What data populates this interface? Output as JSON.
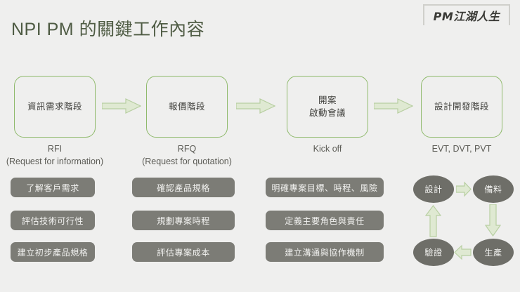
{
  "header": {
    "title": "NPI PM 的關鍵工作內容",
    "brand": "PM江湖人生"
  },
  "colors": {
    "background": "#efefee",
    "title": "#4e5b43",
    "stage_border": "#8fba6c",
    "arrow_fill": "#dfe9d2",
    "arrow_stroke": "#b8cfa2",
    "pill_fill": "#7c7c76",
    "pill_text": "#f2f2f0",
    "node_fill": "#6e6e68",
    "caption_text": "#5b5b55"
  },
  "flow": {
    "stages": [
      {
        "id": "stage-rfi",
        "label": "資訊需求階段",
        "caption_line1": "RFI",
        "caption_line2": "(Request for information)"
      },
      {
        "id": "stage-rfq",
        "label": "報價階段",
        "caption_line1": "RFQ",
        "caption_line2": "(Request for quotation)"
      },
      {
        "id": "stage-kickoff",
        "label_line1": "開案",
        "label_line2": "啟動會議",
        "caption_line1": "Kick off",
        "caption_line2": ""
      },
      {
        "id": "stage-design",
        "label": "設計開發階段",
        "caption_line1": "EVT, DVT, PVT",
        "caption_line2": ""
      }
    ],
    "arrows": [
      {
        "name": "arrow-rfi-to-rfq",
        "icon": "arrow-right-icon"
      },
      {
        "name": "arrow-rfq-to-kickoff",
        "icon": "arrow-right-icon"
      },
      {
        "name": "arrow-kickoff-to-design",
        "icon": "arrow-right-icon"
      }
    ]
  },
  "tasks": {
    "column1": [
      "了解客戶需求",
      "評估技術可行性",
      "建立初步產品規格"
    ],
    "column2": [
      "確認產品規格",
      "規劃專案時程",
      "評估專案成本"
    ],
    "column3": [
      "明確專案目標、時程、風險",
      "定義主要角色與責任",
      "建立溝通與協作機制"
    ]
  },
  "cycle": {
    "nodes": [
      {
        "id": "node-design",
        "label": "設計"
      },
      {
        "id": "node-prep",
        "label": "備料"
      },
      {
        "id": "node-produce",
        "label": "生產"
      },
      {
        "id": "node-verify",
        "label": "驗證"
      }
    ],
    "arrows": [
      {
        "name": "cycle-arrow-design-to-prep",
        "icon": "arrow-right-icon"
      },
      {
        "name": "cycle-arrow-prep-to-produce",
        "icon": "arrow-down-icon"
      },
      {
        "name": "cycle-arrow-produce-to-verify",
        "icon": "arrow-left-icon"
      },
      {
        "name": "cycle-arrow-verify-to-design",
        "icon": "arrow-up-icon"
      }
    ]
  }
}
